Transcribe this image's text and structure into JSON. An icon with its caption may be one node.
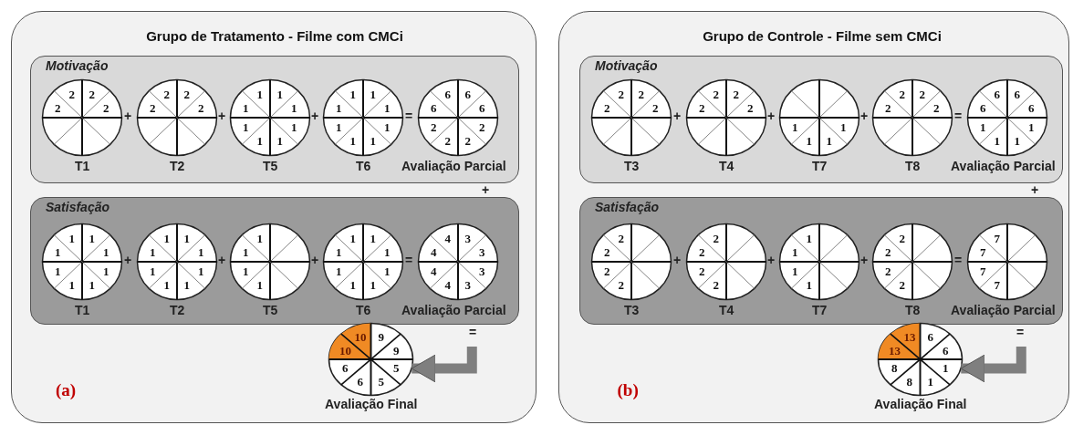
{
  "diagram": {
    "nodes": [
      {
        "text": [
          "Grupo de Tratamento - Filme com CMCi"
        ]
      },
      {
        "text": [
          "Motivação"
        ],
        "in": 0
      },
      {
        "text": [
          "2",
          "2",
          "2",
          "2"
        ],
        "in": 1,
        "beside": [
          "T1"
        ]
      },
      {
        "text": [
          "2",
          "2",
          "2",
          "2"
        ],
        "in": 1,
        "beside": [
          "T2"
        ]
      },
      {
        "text": [
          "1",
          "1",
          "1",
          "1",
          "1",
          "1",
          "1",
          "1"
        ],
        "in": 1,
        "beside": [
          "T5"
        ]
      },
      {
        "text": [
          "1",
          "1",
          "1",
          "1",
          "1",
          "1",
          "1",
          "1"
        ],
        "in": 1,
        "beside": [
          "T6"
        ]
      },
      {
        "text": [
          "6",
          "6",
          "2",
          "2",
          "2",
          "2",
          "6",
          "6"
        ],
        "in": 1,
        "beside": [
          "Avaliação Parcial"
        ]
      },
      {
        "text": [
          "Satisfação"
        ],
        "in": 0
      },
      {
        "text": [
          "1",
          "1",
          "1",
          "1",
          "1",
          "1",
          "1",
          "1"
        ],
        "in": 7,
        "beside": [
          "T1"
        ]
      },
      {
        "text": [
          "1",
          "1",
          "1",
          "1",
          "1",
          "1",
          "1",
          "1"
        ],
        "in": 7,
        "beside": [
          "T2"
        ]
      },
      {
        "text": [
          "1",
          "1",
          "1",
          "1"
        ],
        "in": 7,
        "beside": [
          "T5"
        ]
      },
      {
        "text": [
          "1",
          "1",
          "1",
          "1",
          "1",
          "1",
          "1",
          "1"
        ],
        "in": 7,
        "beside": [
          "T6"
        ]
      },
      {
        "text": [
          "3",
          "3",
          "3",
          "3",
          "4",
          "4",
          "4",
          "4"
        ],
        "in": 7,
        "beside": [
          "Avaliação Parcial"
        ]
      },
      {
        "text": [
          "9",
          "9",
          "5",
          "5",
          "6",
          "6",
          "10",
          "10"
        ],
        "in": 0,
        "beside": [
          "Avaliação Final"
        ]
      },
      {
        "text": [
          "Grupo de Controle - Filme sem CMCi"
        ]
      },
      {
        "text": [
          "Motivação"
        ],
        "in": 14
      },
      {
        "text": [
          "2",
          "2",
          "2",
          "2"
        ],
        "in": 15,
        "beside": [
          "T3"
        ]
      },
      {
        "text": [
          "2",
          "2",
          "2",
          "2"
        ],
        "in": 15,
        "beside": [
          "T4"
        ]
      },
      {
        "text": [
          "1",
          "1",
          "1",
          "1"
        ],
        "in": 15,
        "beside": [
          "T7"
        ]
      },
      {
        "text": [
          "2",
          "2",
          "2",
          "2"
        ],
        "in": 15,
        "beside": [
          "T8"
        ]
      },
      {
        "text": [
          "6",
          "6",
          "1",
          "1",
          "1",
          "1",
          "6",
          "6"
        ],
        "in": 15,
        "beside": [
          "Avaliação Parcial"
        ]
      },
      {
        "text": [
          "Satisfação"
        ],
        "in": 14
      },
      {
        "text": [
          "2",
          "2",
          "2",
          "2"
        ],
        "in": 21,
        "beside": [
          "T3"
        ]
      },
      {
        "text": [
          "2",
          "2",
          "2",
          "2"
        ],
        "in": 21,
        "beside": [
          "T4"
        ]
      },
      {
        "text": [
          "1",
          "1",
          "1",
          "1"
        ],
        "in": 21,
        "beside": [
          "T7"
        ]
      },
      {
        "text": [
          "2",
          "2",
          "2",
          "2"
        ],
        "in": 21,
        "beside": [
          "T8"
        ]
      },
      {
        "text": [
          "7",
          "7",
          "7",
          "7"
        ],
        "in": 21,
        "beside": [
          "Avaliação Parcial"
        ]
      },
      {
        "text": [
          "6",
          "6",
          "1",
          "1",
          "8",
          "8",
          "13",
          "13"
        ],
        "in": 14,
        "beside": [
          "Avaliação Final"
        ]
      }
    ],
    "edges": [
      {
        "from": null,
        "to": 13,
        "arrow": "to"
      },
      {
        "from": null,
        "to": 27,
        "arrow": "to"
      }
    ],
    "labels": [
      "+",
      "+",
      "+",
      "=",
      "+",
      "+",
      "+",
      "+",
      "=",
      "=",
      "(a)",
      "+",
      "+",
      "+",
      "=",
      "+",
      "+",
      "+",
      "+",
      "=",
      "=",
      "(b)"
    ]
  }
}
